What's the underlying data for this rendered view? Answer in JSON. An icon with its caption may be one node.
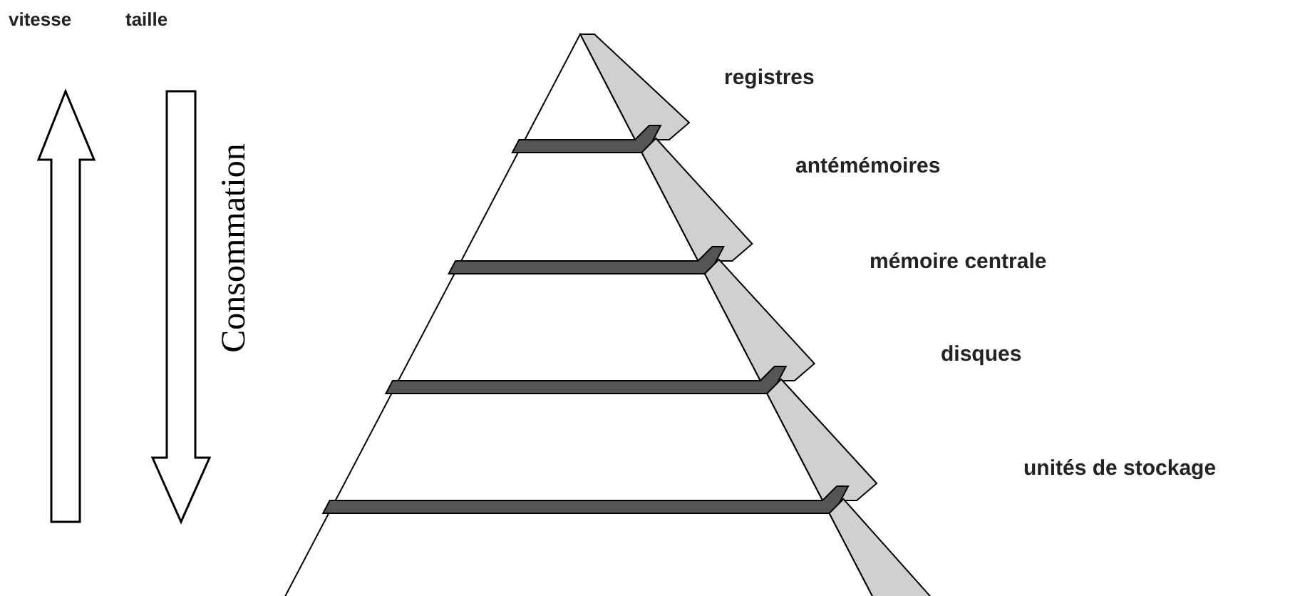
{
  "diagram": {
    "labels": [
      "vitesse",
      "taille",
      "Consommation",
      "registres",
      "antémémoires",
      "mémoire centrale",
      "disques",
      "unités de stockage"
    ]
  }
}
